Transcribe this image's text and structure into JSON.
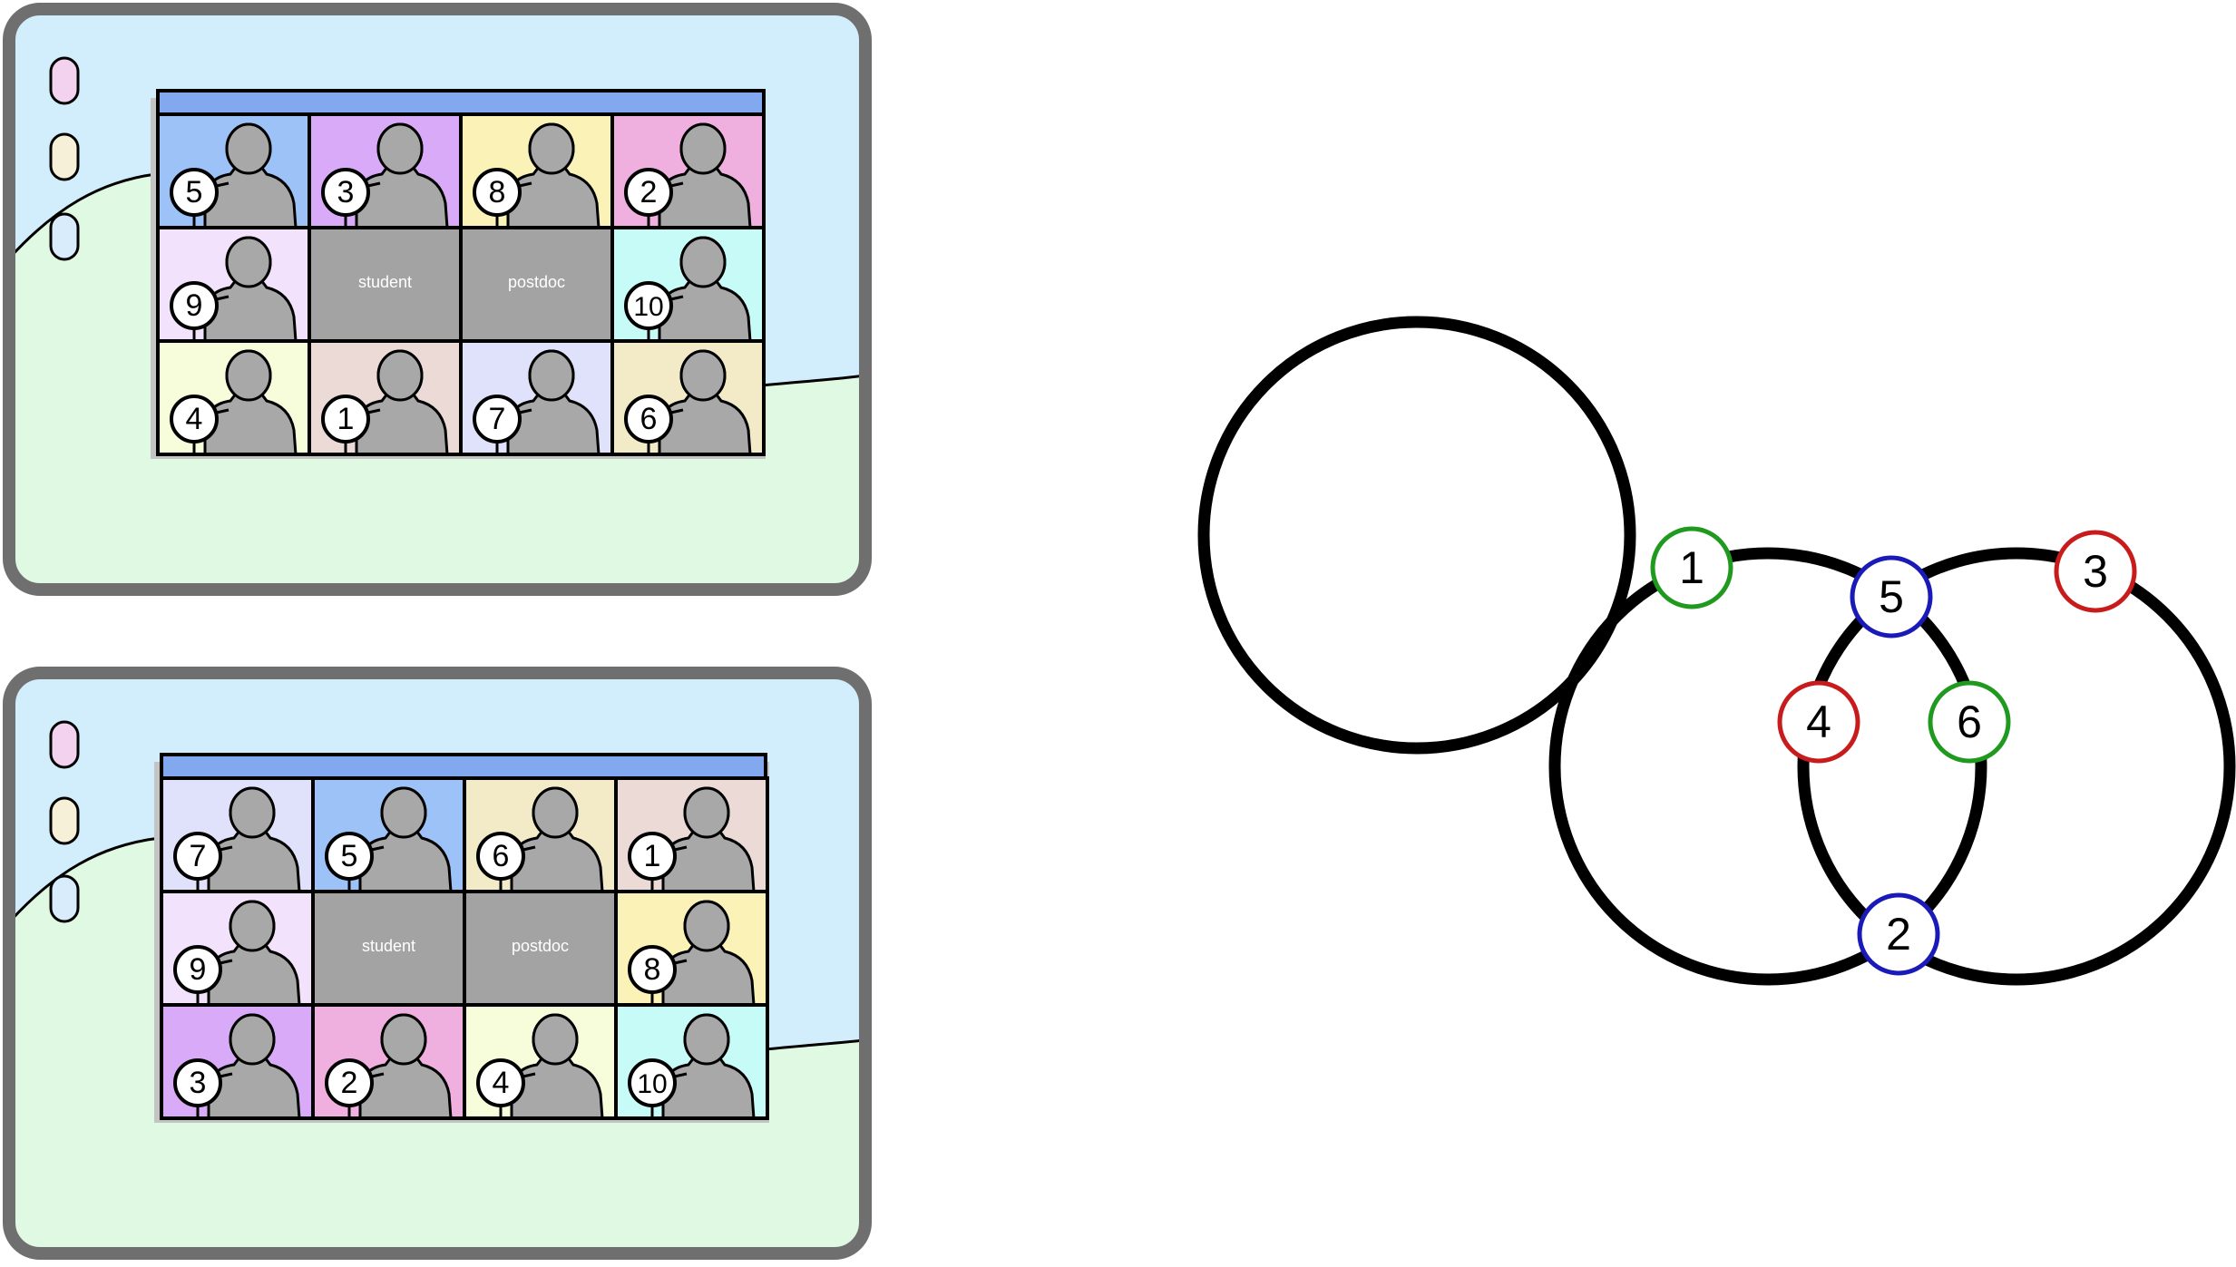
{
  "panels": [
    {
      "id": "top",
      "sky_color": "#d2eefc",
      "ground_color": "#dff9e3",
      "side_pills": [
        "#f3d2f0",
        "#f7f0d8",
        "#d9ecfb"
      ],
      "grid_rows": [
        [
          {
            "t": "p",
            "n": "5",
            "bg": "#9cc2f7"
          },
          {
            "t": "p",
            "n": "3",
            "bg": "#d8aaf8"
          },
          {
            "t": "p",
            "n": "8",
            "bg": "#fbf2b8"
          },
          {
            "t": "p",
            "n": "2",
            "bg": "#efb0df"
          }
        ],
        [
          {
            "t": "p",
            "n": "9",
            "bg": "#f3e2fb"
          },
          {
            "t": "l",
            "label": "student"
          },
          {
            "t": "l",
            "label": "postdoc"
          },
          {
            "t": "p",
            "n": "10",
            "bg": "#c6fbf8"
          }
        ],
        [
          {
            "t": "p",
            "n": "4",
            "bg": "#f7fcda"
          },
          {
            "t": "p",
            "n": "1",
            "bg": "#ecdad7"
          },
          {
            "t": "p",
            "n": "7",
            "bg": "#e0e1fa"
          },
          {
            "t": "p",
            "n": "6",
            "bg": "#f3ebc8"
          }
        ]
      ]
    },
    {
      "id": "bottom",
      "sky_color": "#d2eefc",
      "ground_color": "#dff9e3",
      "side_pills": [
        "#f3d2f0",
        "#f7f0d8",
        "#d9ecfb"
      ],
      "grid_rows": [
        [
          {
            "t": "p",
            "n": "7",
            "bg": "#e0e1fa"
          },
          {
            "t": "p",
            "n": "5",
            "bg": "#9cc2f7"
          },
          {
            "t": "p",
            "n": "6",
            "bg": "#f3ebc8"
          },
          {
            "t": "p",
            "n": "1",
            "bg": "#ecdad7"
          }
        ],
        [
          {
            "t": "p",
            "n": "9",
            "bg": "#f3e2fb"
          },
          {
            "t": "l",
            "label": "student"
          },
          {
            "t": "l",
            "label": "postdoc"
          },
          {
            "t": "p",
            "n": "8",
            "bg": "#fbf2b8"
          }
        ],
        [
          {
            "t": "p",
            "n": "3",
            "bg": "#d8aaf8"
          },
          {
            "t": "p",
            "n": "2",
            "bg": "#efb0df"
          },
          {
            "t": "p",
            "n": "4",
            "bg": "#f7fcda"
          },
          {
            "t": "p",
            "n": "10",
            "bg": "#c6fbf8"
          }
        ]
      ]
    }
  ],
  "diagram": {
    "nodes": [
      {
        "label": "1",
        "color": "#1f9a1f"
      },
      {
        "label": "5",
        "color": "#1a1ab8"
      },
      {
        "label": "3",
        "color": "#c81c1c"
      },
      {
        "label": "4",
        "color": "#c81c1c"
      },
      {
        "label": "6",
        "color": "#1f9a1f"
      },
      {
        "label": "2",
        "color": "#1a1ab8"
      }
    ]
  },
  "colors": {
    "frame": "#6f6f6f",
    "title_bar": "#82a9ef",
    "person": "#a8a8a8",
    "label_tile": "#a3a3a3",
    "label_text": "#ffffff"
  }
}
